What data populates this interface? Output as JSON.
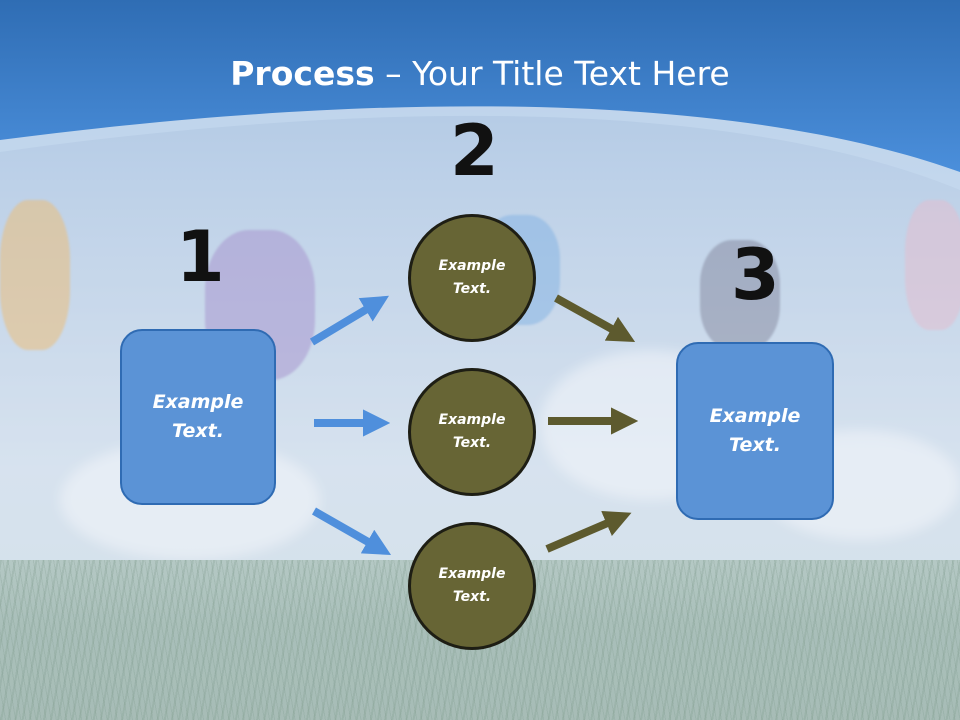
{
  "title": {
    "bold": "Process",
    "rest": " – Your Title Text Here"
  },
  "steps": [
    {
      "number": "1"
    },
    {
      "number": "2"
    },
    {
      "number": "3"
    }
  ],
  "left_box": {
    "line1": "Example",
    "line2": "Text."
  },
  "right_box": {
    "line1": "Example",
    "line2": "Text."
  },
  "circles": [
    {
      "line1": "Example",
      "line2": "Text."
    },
    {
      "line1": "Example",
      "line2": "Text."
    },
    {
      "line1": "Example",
      "line2": "Text."
    }
  ],
  "colors": {
    "header_blue": "#3f86d6",
    "box_fill": "#5b93d6",
    "blue_arrow": "#4f8fdc",
    "circle_fill": "#676535",
    "olive_arrow": "#5d5a2e"
  }
}
